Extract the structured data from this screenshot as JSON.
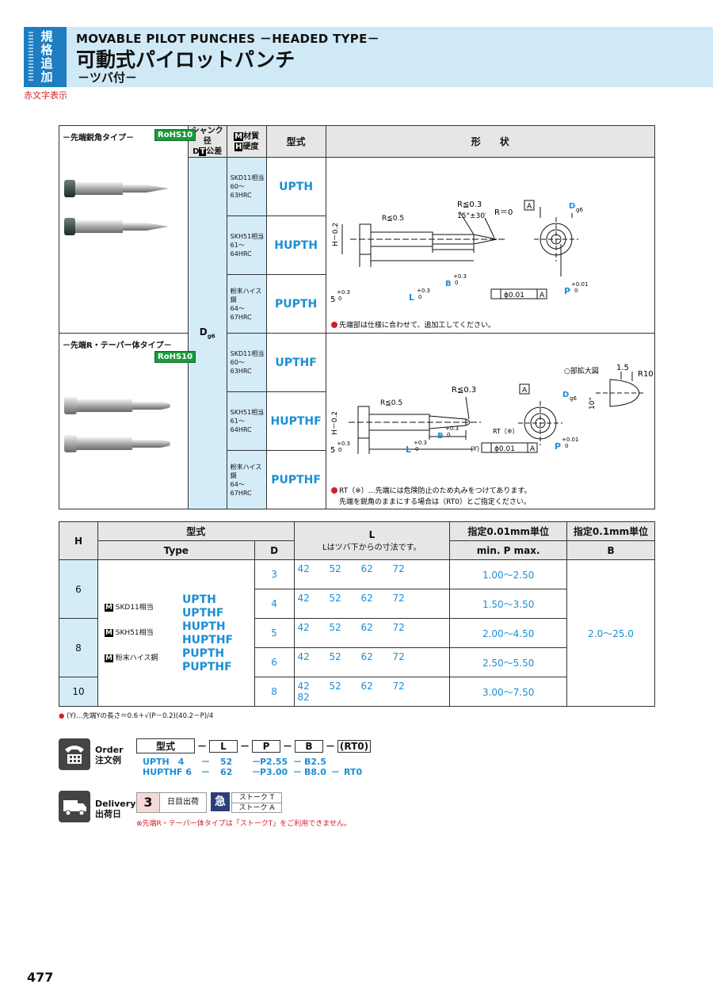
{
  "header": {
    "badge": [
      "規",
      "格",
      "追",
      "加"
    ],
    "red_note": "赤文字表示",
    "title_en": "MOVABLE PILOT PUNCHES －HEADED TYPE－",
    "title_jp": "可動式パイロットパンチ",
    "subtitle": "－ツバ付－"
  },
  "spec_table": {
    "headers": {
      "shank": "シャンク径",
      "shank2": "D",
      "shank_t": "T",
      "shank_tol": "公差",
      "mat_m": "M",
      "mat1": "材質",
      "mat_h": "H",
      "mat2": "硬度",
      "type": "型式",
      "shape": "形　　状"
    },
    "shank_value": "D",
    "shank_sub": "g6",
    "groups": [
      {
        "label": "－先端鋭角タイプ－",
        "rohs": "RoHS10",
        "rows": [
          {
            "mat": "SKD11相当",
            "hard": "60～63HRC",
            "type": "UPTH"
          },
          {
            "mat": "SKH51相当",
            "hard": "61～64HRC",
            "type": "HUPTH"
          },
          {
            "mat": "粉末ハイス鋼",
            "hard": "64～67HRC",
            "type": "PUPTH"
          }
        ],
        "note": "先端部は仕様に合わせて、追加工してください。"
      },
      {
        "label": "－先端R・テーパー体タイプ－",
        "rohs": "RoHS10",
        "rows": [
          {
            "mat": "SKD11相当",
            "hard": "60～63HRC",
            "type": "UPTHF"
          },
          {
            "mat": "SKH51相当",
            "hard": "61～64HRC",
            "type": "HUPTHF"
          },
          {
            "mat": "粉末ハイス鋼",
            "hard": "64～67HRC",
            "type": "PUPTHF"
          }
        ],
        "note1": "RT（※）…先端には危険防止のため丸みをつけてあります。",
        "note2": "先端を鋭角のままにする場合は（RT0）とご指定ください。"
      }
    ],
    "drawing1": {
      "r05": "R≦0.5",
      "r03": "R≦0.3",
      "angle": "15°±30′",
      "r0": "R＝0",
      "h": "H－0.2",
      "h0": "0",
      "five": "5",
      "five_tol": "+0.3",
      "five_tol0": "0",
      "L": "L",
      "L_tol": "+0.3",
      "L_tol0": "0",
      "B": "B",
      "B_tol": "+0.3",
      "B_tol0": "0",
      "A": "A",
      "Dg6": "D",
      "g6": "g6",
      "P": "P",
      "P_tol": "+0.01",
      "P_tol0": "0",
      "runout": "ϕ0.01",
      "runout_ref": "A"
    },
    "drawing2": {
      "detail": "○部拡大図",
      "d15": "1.5",
      "r10": "R10",
      "ten": "10°",
      "RT": "RT（※）",
      "Y": "(Y)"
    }
  },
  "dim_table": {
    "headers": {
      "H": "H",
      "type": "型式",
      "type_en": "Type",
      "D": "D",
      "L": "L",
      "L_note": "Lはツバ下からの寸法です。",
      "p_unit": "指定0.01mm単位",
      "p_label": "min. P max.",
      "b_unit": "指定0.1mm単位",
      "B": "B"
    },
    "H_values": [
      "6",
      "8",
      "10"
    ],
    "materials": [
      "SKD11相当",
      "SKH51相当",
      "粉末ハイス鋼"
    ],
    "types": [
      "UPTH",
      "UPTHF",
      "HUPTH",
      "HUPTHF",
      "PUPTH",
      "PUPTHF"
    ],
    "rows": [
      {
        "D": "3",
        "L": [
          "42",
          "52",
          "62",
          "72",
          ""
        ],
        "P": "1.00～2.50"
      },
      {
        "D": "4",
        "L": [
          "42",
          "52",
          "62",
          "72",
          ""
        ],
        "P": "1.50～3.50"
      },
      {
        "D": "5",
        "L": [
          "42",
          "52",
          "62",
          "72",
          ""
        ],
        "P": "2.00～4.50"
      },
      {
        "D": "6",
        "L": [
          "42",
          "52",
          "62",
          "72",
          ""
        ],
        "P": "2.50～5.50"
      },
      {
        "D": "8",
        "L": [
          "42",
          "52",
          "62",
          "72",
          "82"
        ],
        "P": "3.00～7.50"
      }
    ],
    "B_range": "2.0～25.0",
    "footnote": "(Y)…先端Yの長さ＝0.6＋√(P－0.2)(40.2－P)/4"
  },
  "order": {
    "label_en": "Order",
    "label_jp": "注文例",
    "fields": [
      "型式",
      "L",
      "P",
      "B",
      "(RT0)"
    ],
    "ex1": [
      "UPTH　4",
      "52",
      "P2.55",
      "B2.5",
      ""
    ],
    "ex2": [
      "HUPTHF 6",
      "62",
      "P3.00",
      "B8.0",
      "RT0"
    ]
  },
  "delivery": {
    "label_en": "Delivery",
    "label_jp": "出荷日",
    "days": "3",
    "days_label": "日目出荷",
    "quick": "急",
    "stroke_t": "ストーク T",
    "stroke_a": "ストーク A",
    "note": "先端R・テーパー体タイプは「ストークT」をご利用できません。"
  },
  "page_number": "477"
}
